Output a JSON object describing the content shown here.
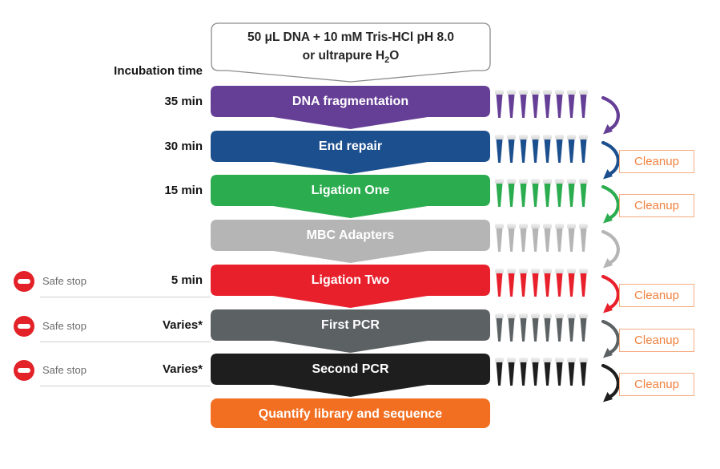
{
  "input_box": {
    "line1": "50 μL DNA + 10 mM Tris-HCl pH 8.0",
    "line2_pre": "or ultrapure H",
    "line2_sub": "2",
    "line2_post": "O"
  },
  "labels": {
    "incubation_header": "Incubation time",
    "cleanup": "Cleanup",
    "safe_stop": "Safe stop"
  },
  "tubes_per_row": 8,
  "steps": [
    {
      "label": "DNA fragmentation",
      "time": "35 min",
      "color": "#653E96",
      "tubes": true,
      "arrow": true,
      "cleanup": false,
      "safe_stop": false,
      "final": false
    },
    {
      "label": "End repair",
      "time": "30 min",
      "color": "#1C4F8E",
      "tubes": true,
      "arrow": true,
      "cleanup": true,
      "safe_stop": false,
      "final": false
    },
    {
      "label": "Ligation One",
      "time": "15 min",
      "color": "#2BAC4F",
      "tubes": true,
      "arrow": true,
      "cleanup": true,
      "safe_stop": false,
      "final": false
    },
    {
      "label": "MBC Adapters",
      "time": "",
      "color": "#B5B5B5",
      "tubes": true,
      "arrow": true,
      "cleanup": false,
      "safe_stop": false,
      "final": false
    },
    {
      "label": "Ligation Two",
      "time": "5 min",
      "color": "#E8202C",
      "tubes": true,
      "arrow": true,
      "cleanup": true,
      "safe_stop": true,
      "final": false
    },
    {
      "label": "First PCR",
      "time": "Varies*",
      "color": "#5C6164",
      "tubes": true,
      "arrow": true,
      "cleanup": true,
      "safe_stop": true,
      "final": false
    },
    {
      "label": "Second PCR",
      "time": "Varies*",
      "color": "#1E1E1E",
      "tubes": true,
      "arrow": true,
      "cleanup": true,
      "safe_stop": true,
      "final": false
    },
    {
      "label": "Quantify library and sequence",
      "time": "",
      "color": "#F26F21",
      "tubes": false,
      "arrow": false,
      "cleanup": false,
      "safe_stop": false,
      "final": true
    }
  ],
  "colors": {
    "cleanup_accent": "#F08240",
    "cleanup_border": "#F5AC80",
    "safe_stop_red": "#E32129",
    "divider_line": "#CFCFCF",
    "box_border": "#8C8C8C",
    "tube_cap": "#D6D6D6"
  }
}
